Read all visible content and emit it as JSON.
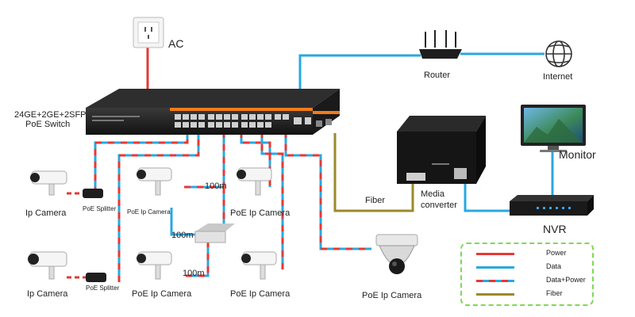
{
  "labels": {
    "ac": "AC",
    "switch_model": "24GE+2GE+2SFP",
    "switch_name": "PoE Switch",
    "router": "Router",
    "internet": "Internet",
    "monitor": "Monitor",
    "nvr": "NVR",
    "media_converter_1": "Media",
    "media_converter_2": "converter",
    "fiber": "Fiber",
    "cam_left_top": "Ip Camera",
    "cam_left_bottom": "Ip Camera",
    "splitter_top": "PoE Splitter",
    "splitter_bottom": "PoE Splitter",
    "cam_mid_top": "PoE Ip Camera",
    "cam_mid_bottom": "PoE Ip Camera",
    "cam_right_top": "PoE Ip Camera",
    "cam_right_bottom": "PoE Ip Camera",
    "dome_camera": "PoE Ip Camera",
    "distance_1": "100m",
    "distance_2": "100m",
    "distance_3": "100m"
  },
  "legend": [
    {
      "label": "Power",
      "color": "#e53935",
      "type": "power"
    },
    {
      "label": "Data",
      "color": "#29a8e0",
      "type": "data"
    },
    {
      "label": "Data+Power",
      "color": "#e53935",
      "color2": "#29a8e0",
      "type": "dashed"
    },
    {
      "label": "Fiber",
      "color": "#9a8a2a",
      "type": "fiber"
    }
  ],
  "colors": {
    "power": "#e53935",
    "data": "#29a8e0",
    "fiber": "#9a8a2a",
    "switch_body": "#1f1f1f",
    "switch_accent": "#f07c1a",
    "legend_border": "#7ed957"
  }
}
